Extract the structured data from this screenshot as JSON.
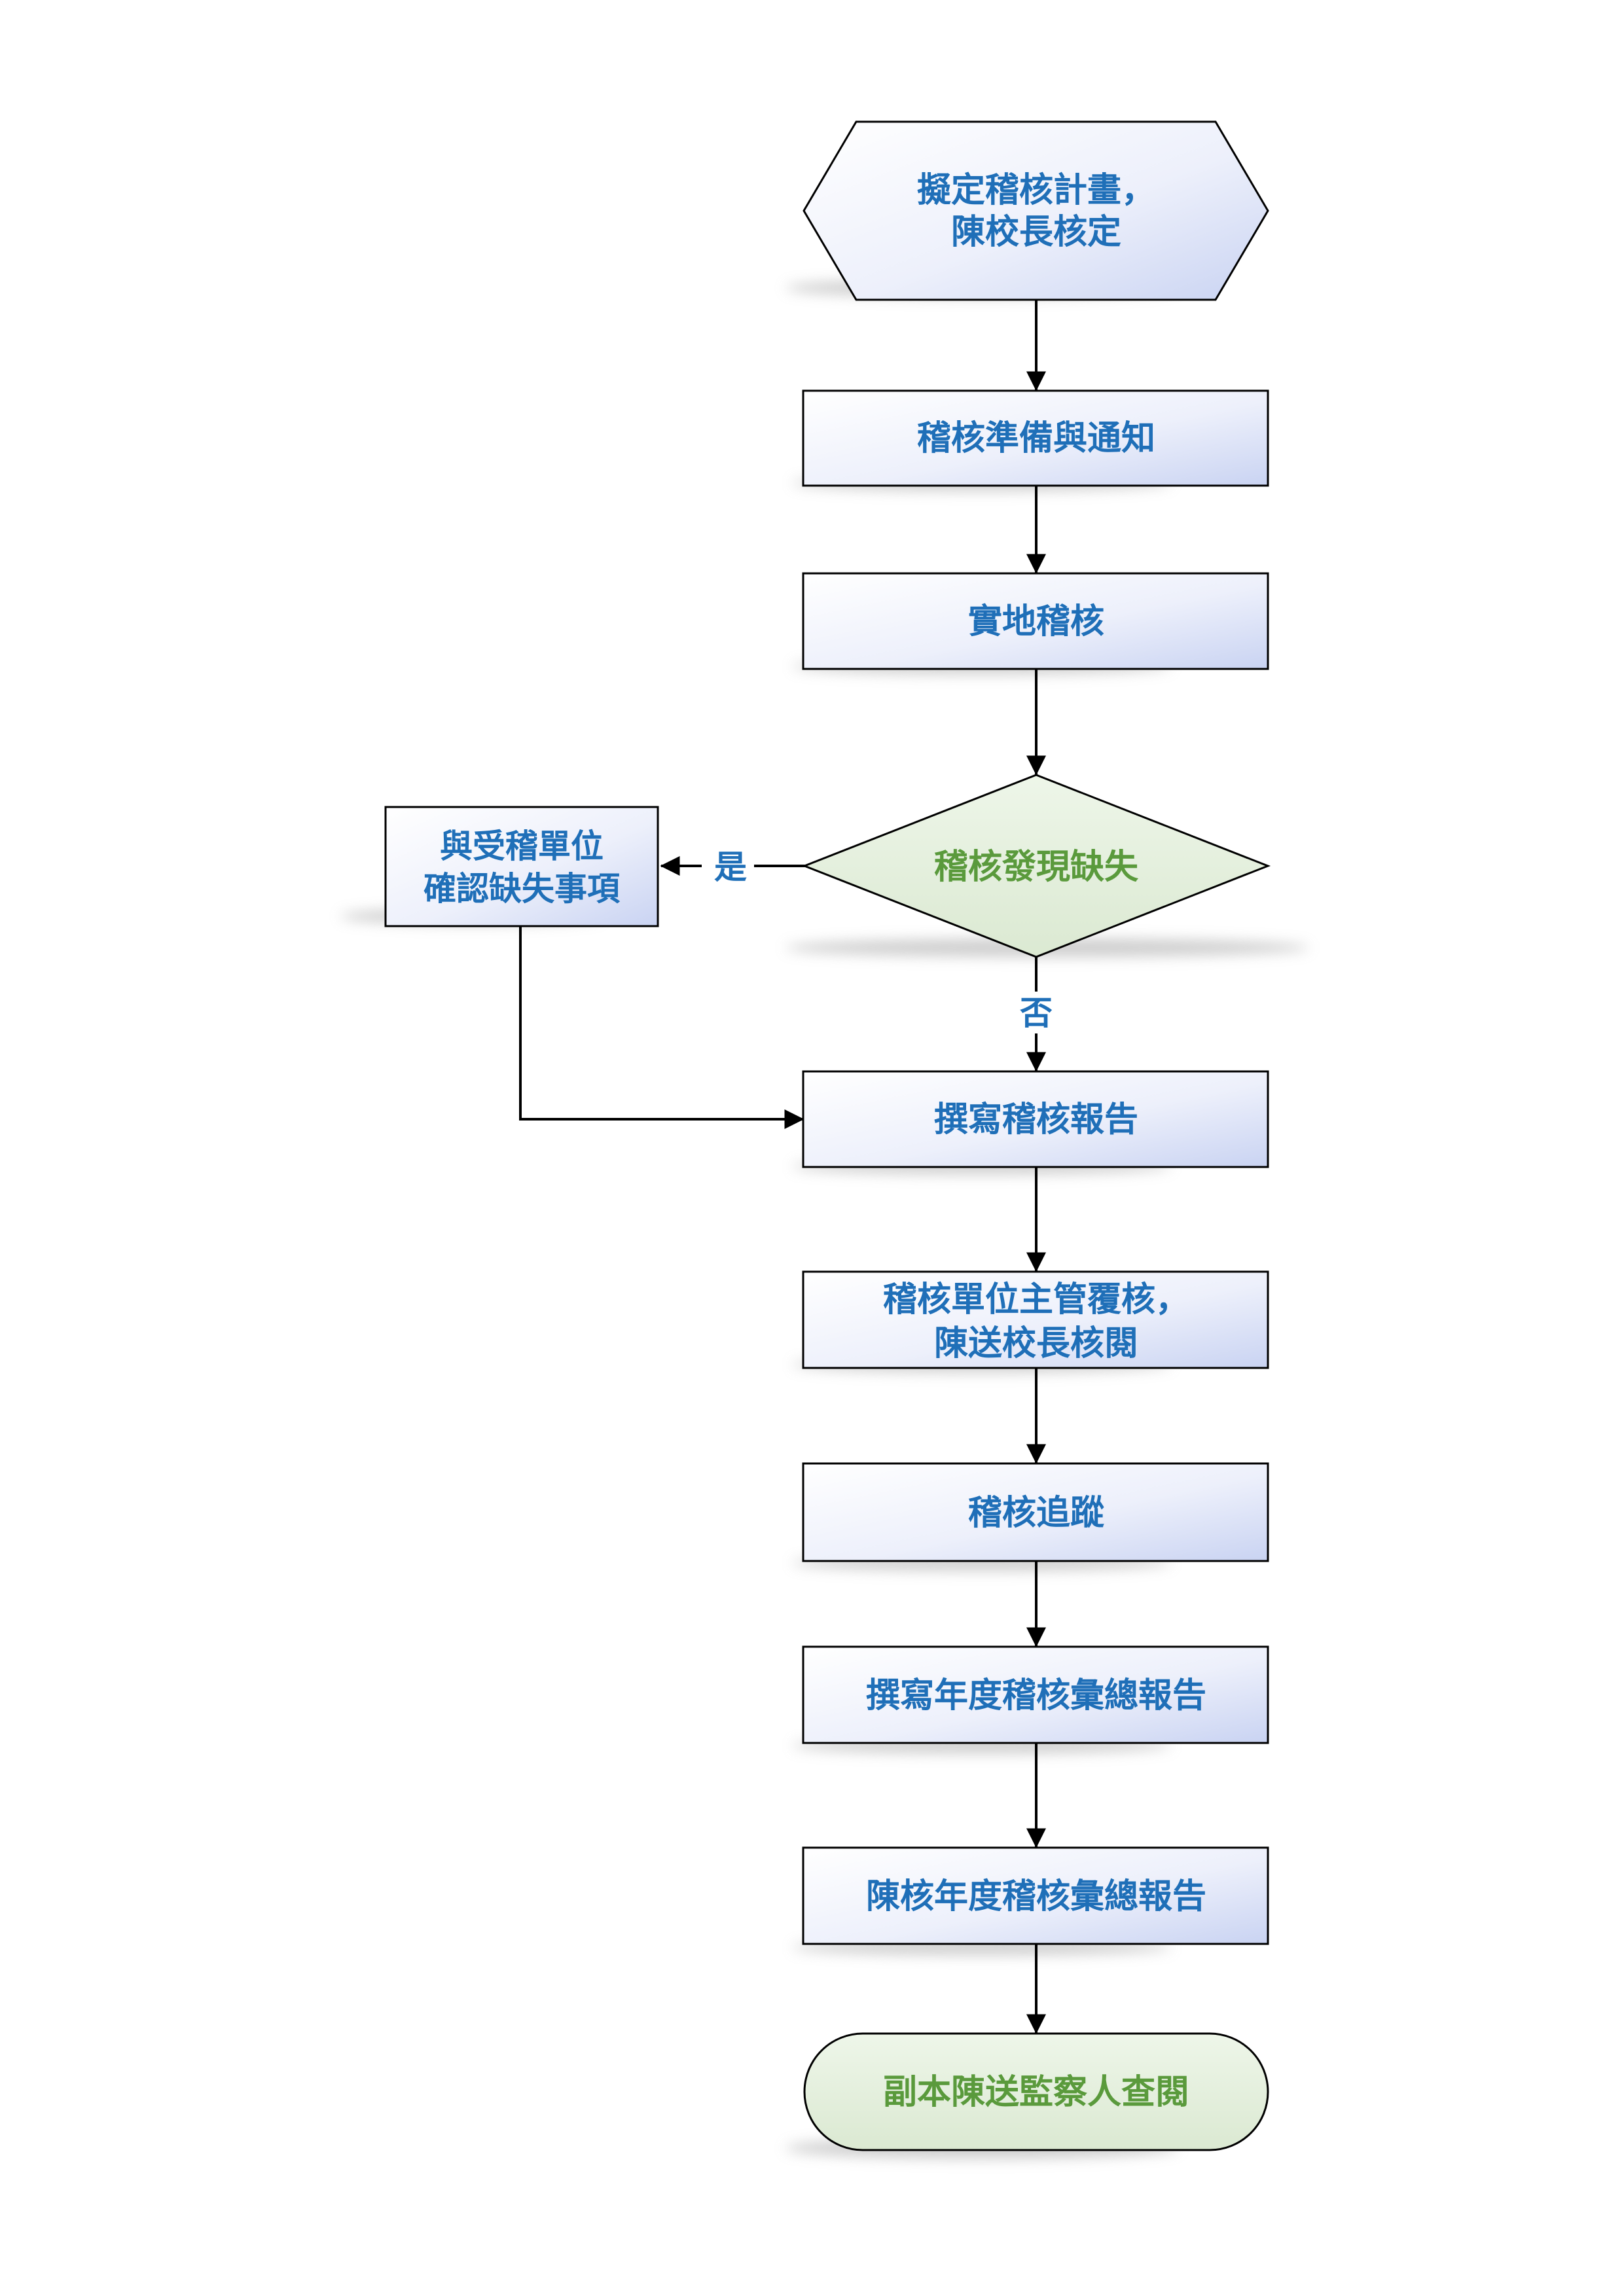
{
  "colors": {
    "process_text": "#1f6fb8",
    "green_text": "#5a9a3c",
    "box_fill_light": "#ffffff",
    "box_fill_blue": "#d4dcf5",
    "green_fill": "#e3efdc",
    "outline": "#000000",
    "shadow": "#c9c9c9"
  },
  "nodes": {
    "start": {
      "lines": [
        "擬定稽核計畫，",
        "陳校長核定"
      ],
      "shape": "hexagon"
    },
    "prepare": {
      "lines": [
        "稽核準備與通知"
      ],
      "shape": "process"
    },
    "onsite": {
      "lines": [
        "實地稽核"
      ],
      "shape": "process"
    },
    "decision": {
      "lines": [
        "稽核發現缺失"
      ],
      "shape": "decision"
    },
    "confirm": {
      "lines": [
        "與受稽單位",
        "確認缺失事項"
      ],
      "shape": "process"
    },
    "write_report": {
      "lines": [
        "撰寫稽核報告"
      ],
      "shape": "process"
    },
    "review": {
      "lines": [
        "稽核單位主管覆核，",
        "陳送校長核閱"
      ],
      "shape": "process"
    },
    "followup": {
      "lines": [
        "稽核追蹤"
      ],
      "shape": "process"
    },
    "annual_write": {
      "lines": [
        "撰寫年度稽核彙總報告"
      ],
      "shape": "process"
    },
    "annual_submit": {
      "lines": [
        "陳核年度稽核彙總報告"
      ],
      "shape": "process"
    },
    "end": {
      "lines": [
        "副本陳送監察人查閱"
      ],
      "shape": "terminator"
    }
  },
  "edges": {
    "yes_label": "是",
    "no_label": "否"
  }
}
